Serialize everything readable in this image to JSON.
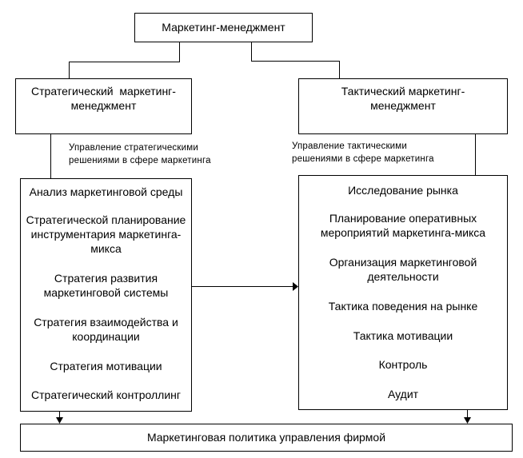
{
  "top": {
    "title": "Маркетинг-менеджмент"
  },
  "strategic": {
    "title_line1": "Стратегический  маркетинг-",
    "title_line2": "менеджмент",
    "label_line1": "Управление стратегическими",
    "label_line2": "решениями в сфере маркетинга",
    "items": [
      [
        "Анализ маркетинговой среды"
      ],
      [
        "Стратегической планирование",
        "инструментария маркетинга-",
        "микса"
      ],
      [
        "Стратегия развития",
        "маркетинговой системы"
      ],
      [
        "Стратегия взаимодейства и",
        "координации"
      ],
      [
        "Стратегия мотивации"
      ],
      [
        "Стратегический контроллинг"
      ]
    ]
  },
  "tactical": {
    "title_line1": "Тактический маркетинг-",
    "title_line2": "менеджмент",
    "label_line1": "Управление тактическими",
    "label_line2": "решениями в сфере маркетинга",
    "items": [
      [
        "Исследование рынка"
      ],
      [
        "Планирование оперативных",
        "мероприятий маркетинга-микса"
      ],
      [
        "Организация маркетинговой",
        "деятельности"
      ],
      [
        "Тактика поведения на рынке"
      ],
      [
        "Тактика мотивации"
      ],
      [
        "Контроль"
      ],
      [
        "Аудит"
      ]
    ]
  },
  "bottom": {
    "title": "Маркетинговая политика управления фирмой"
  }
}
